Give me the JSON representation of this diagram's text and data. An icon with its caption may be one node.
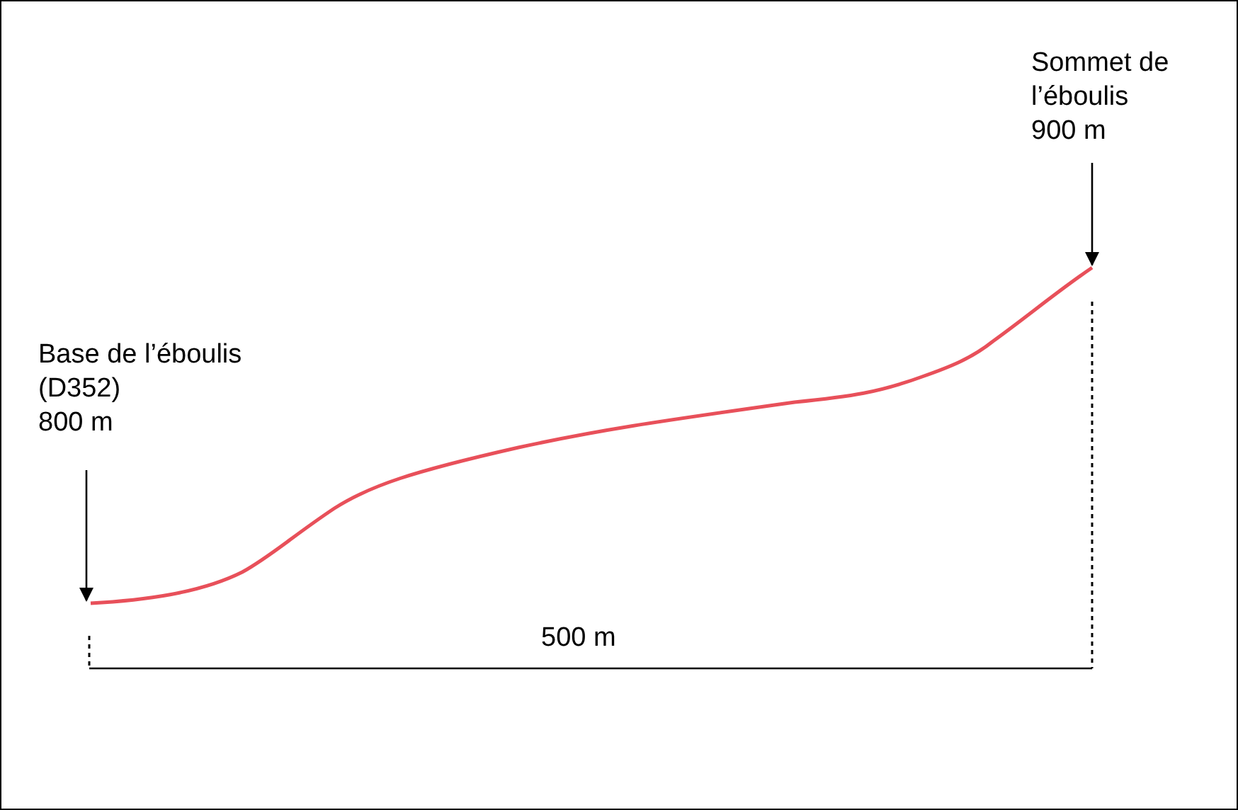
{
  "diagram": {
    "nodes": [
      {
        "text": [
          "Base de l’éboulis (D352)",
          "800 m"
        ]
      },
      {
        "text": [
          "Sommet de l’éboulis",
          "900 m"
        ]
      }
    ],
    "edges": [
      {
        "from": 0,
        "to": null,
        "arrow": "to"
      },
      {
        "from": 1,
        "to": null,
        "arrow": "to"
      }
    ],
    "labels": [
      "500 m"
    ]
  }
}
